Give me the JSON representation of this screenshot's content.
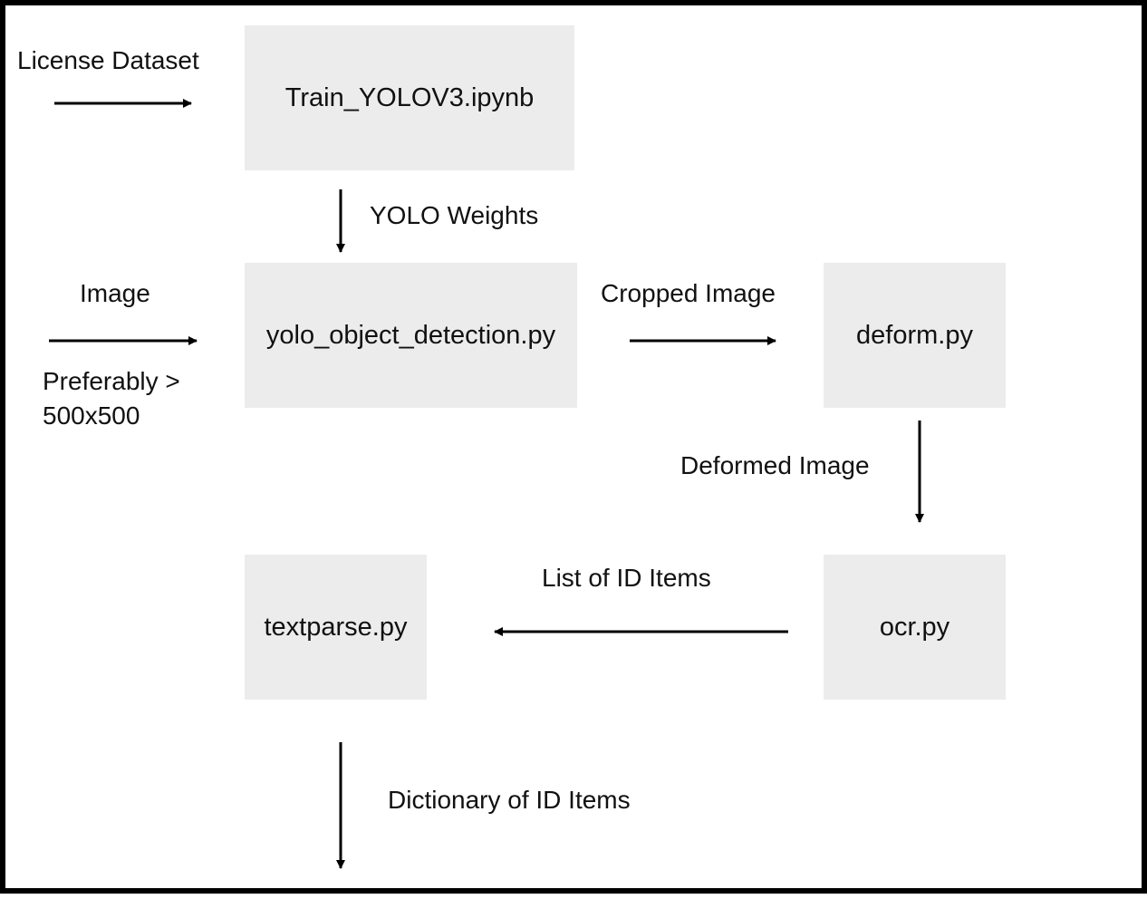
{
  "nodes": {
    "train": "Train_YOLOV3.ipynb",
    "yolo": "yolo_object_detection.py",
    "deform": "deform.py",
    "ocr": "ocr.py",
    "textparse": "textparse.py"
  },
  "edges": {
    "license_dataset": "License Dataset",
    "yolo_weights": "YOLO Weights",
    "image": "Image",
    "preferably_line1": "Preferably >",
    "preferably_line2": "500x500",
    "cropped_image": "Cropped Image",
    "deformed_image": "Deformed Image",
    "list_of_id_items": "List of ID Items",
    "dictionary_of_id_items": "Dictionary of ID Items"
  }
}
